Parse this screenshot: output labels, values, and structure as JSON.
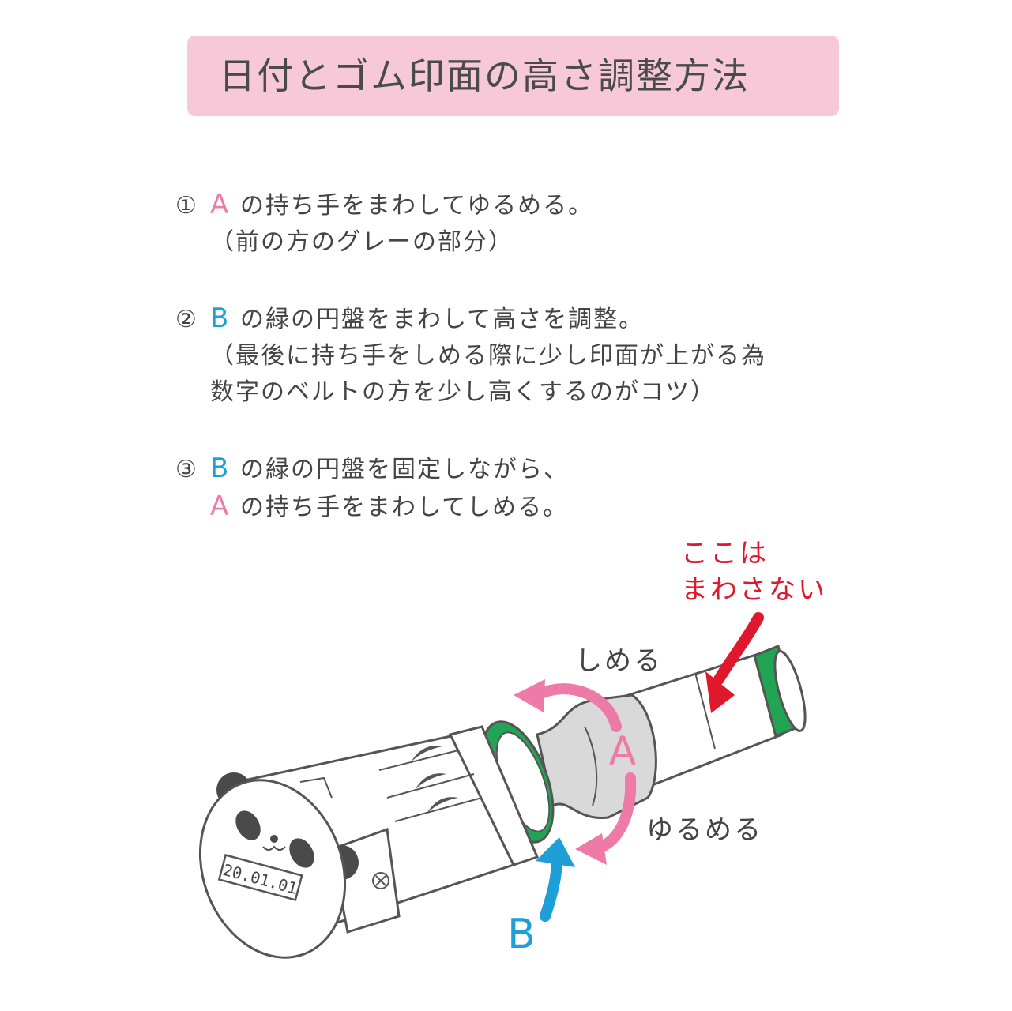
{
  "title": "日付とゴム印面の高さ調整方法",
  "steps": [
    {
      "num": "①",
      "letter": "A",
      "text": "の持ち手をまわしてゆるめる。",
      "sub": [
        "（前の方のグレーの部分）"
      ]
    },
    {
      "num": "②",
      "letter": "B",
      "text": "の緑の円盤をまわして高さを調整。",
      "sub": [
        "（最後に持ち手をしめる際に少し印面が上がる為",
        "数字のベルトの方を少し高くするのがコツ）"
      ]
    },
    {
      "num": "③",
      "letter": "B",
      "text": "の緑の円盤を固定しながら、",
      "sub2_letter": "A",
      "sub2_text": "の持ち手をまわしてしめる。"
    }
  ],
  "diagram": {
    "note_line1": "ここは",
    "note_line2": "まわさない",
    "tighten_label": "しめる",
    "loosen_label": "ゆるめる",
    "label_a": "A",
    "label_b": "B",
    "date_display": "20.01.01"
  },
  "colors": {
    "title_bg": "#f7c9d8",
    "pink": "#ee7aa8",
    "blue": "#1e9fd8",
    "red": "#e0182d",
    "green": "#22a455",
    "gray": "#d9d9d9",
    "text": "#444444"
  }
}
